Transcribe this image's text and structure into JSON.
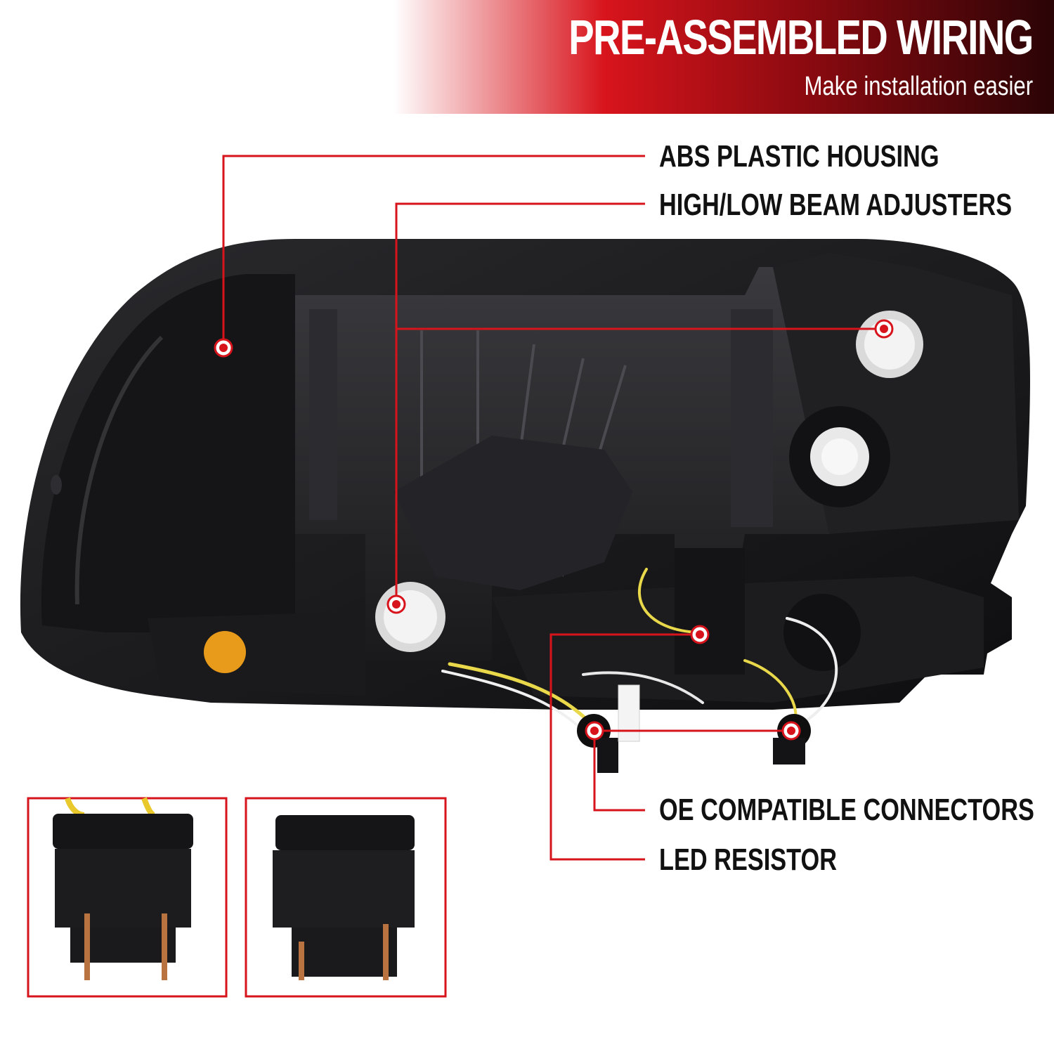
{
  "banner": {
    "title": "PRE-ASSEMBLED WIRING",
    "subtitle": "Make installation easier"
  },
  "callouts": [
    "ABS PLASTIC HOUSING",
    "HIGH/LOW BEAM ADJUSTERS",
    "OE COMPATIBLE CONNECTORS",
    "LED RESISTOR"
  ],
  "colors": {
    "accent": "#d7141c",
    "housing": "#1b1b1d",
    "background": "#ffffff"
  }
}
